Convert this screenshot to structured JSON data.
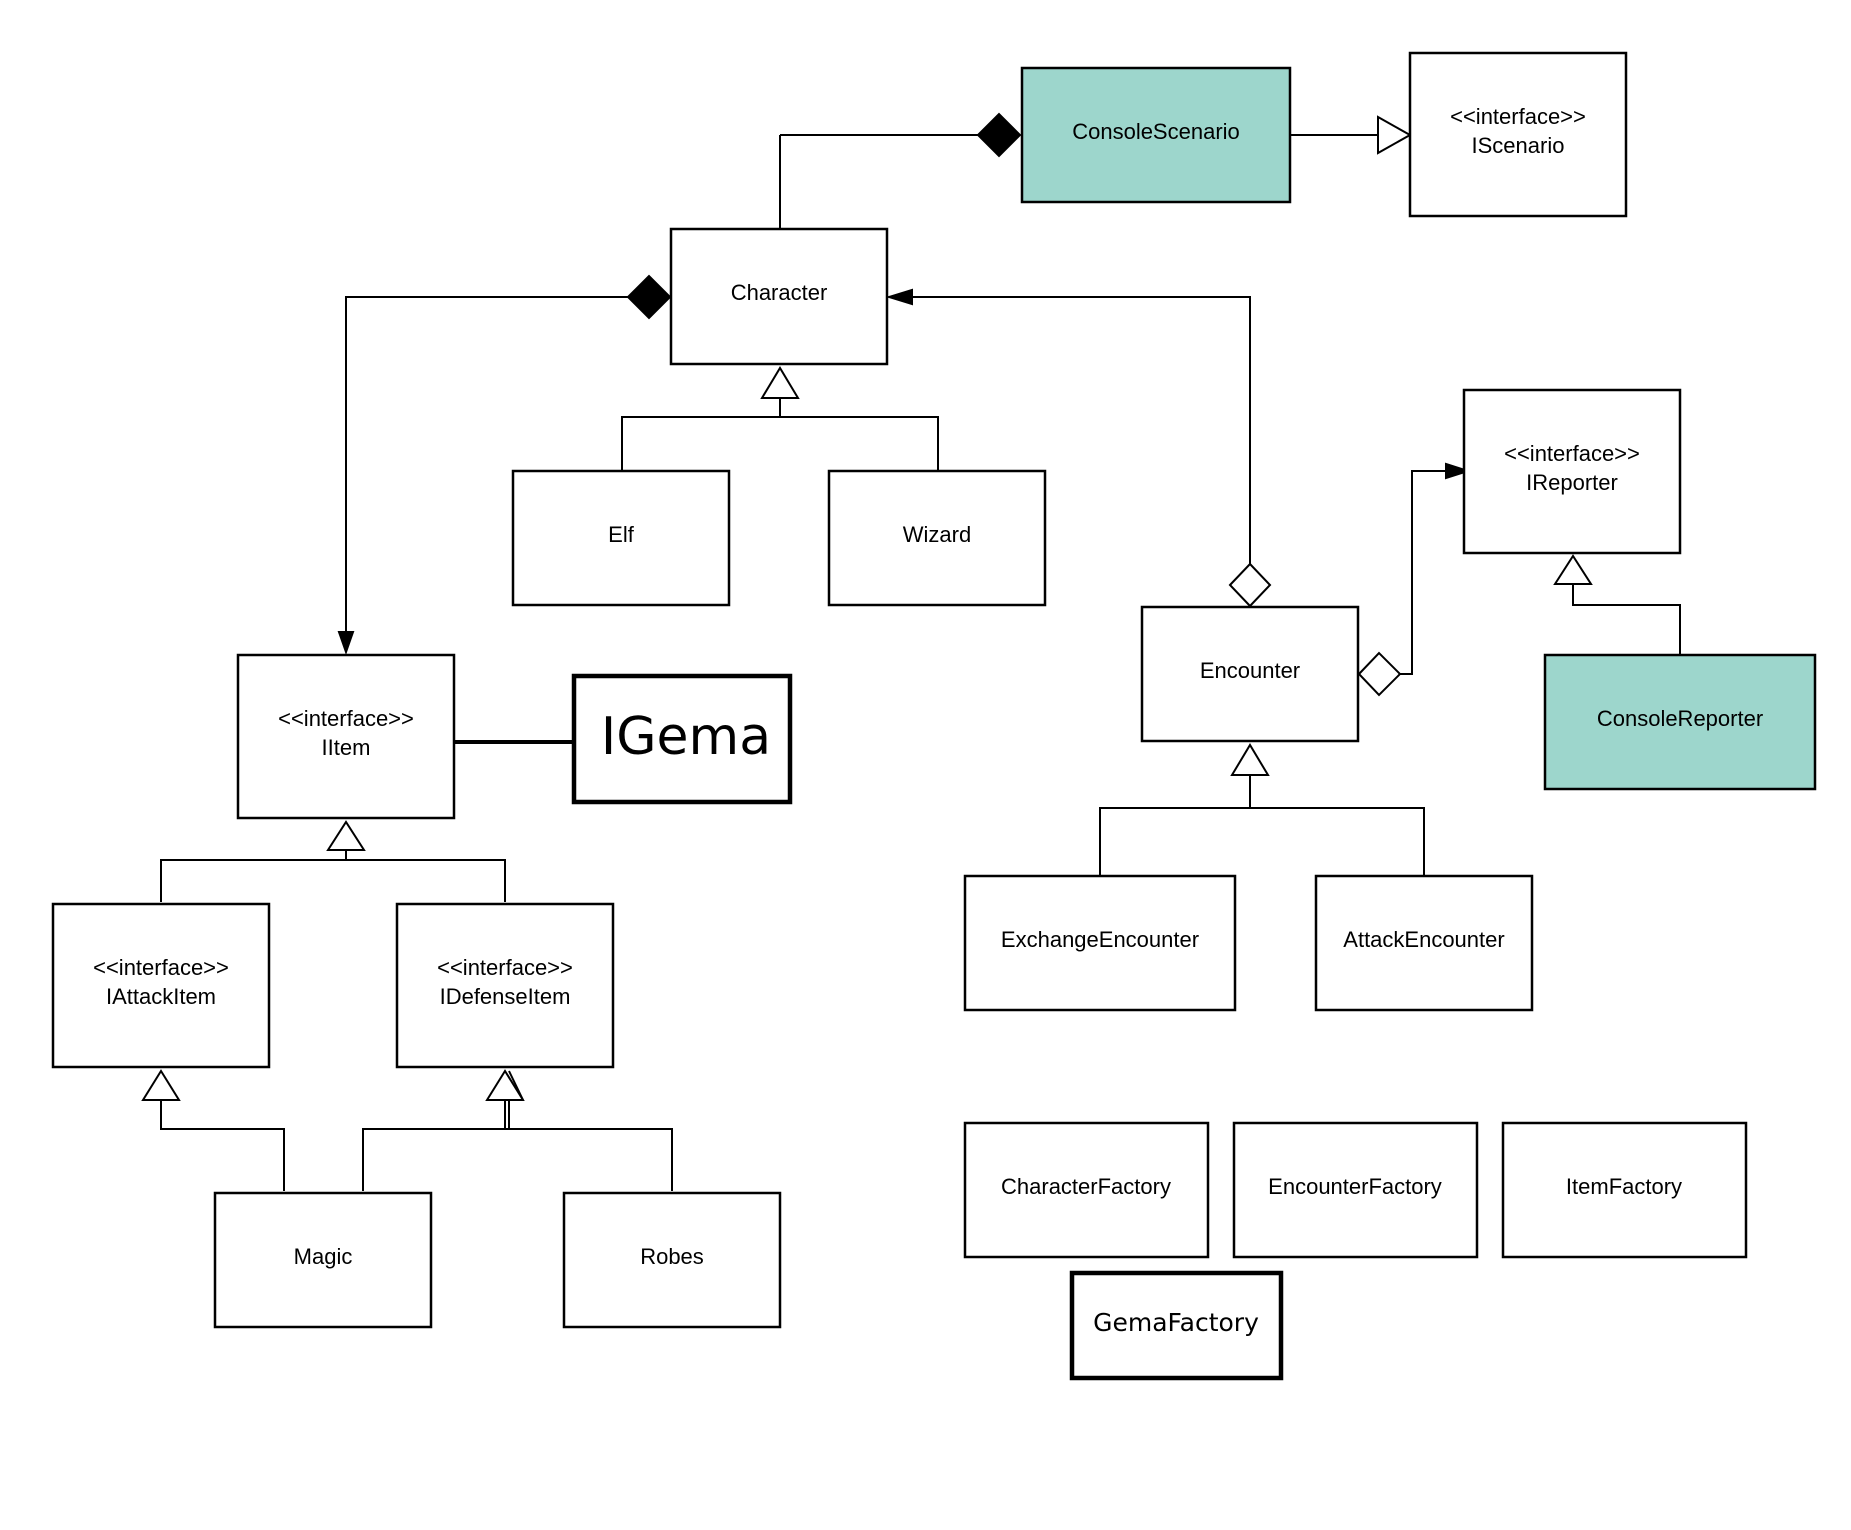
{
  "colors": {
    "highlight": "#9dd6cc",
    "stroke": "#000000",
    "background": "#ffffff"
  },
  "classes": {
    "console_scenario": {
      "lines": [
        "ConsoleScenario"
      ],
      "highlighted": true
    },
    "i_scenario": {
      "lines": [
        "<<interface>>",
        "IScenario"
      ]
    },
    "character": {
      "lines": [
        "Character"
      ]
    },
    "elf": {
      "lines": [
        "Elf"
      ]
    },
    "wizard": {
      "lines": [
        "Wizard"
      ]
    },
    "i_reporter": {
      "lines": [
        "<<interface>>",
        "IReporter"
      ]
    },
    "encounter": {
      "lines": [
        "Encounter"
      ]
    },
    "console_reporter": {
      "lines": [
        "ConsoleReporter"
      ],
      "highlighted": true
    },
    "i_item": {
      "lines": [
        "<<interface>>",
        "IItem"
      ]
    },
    "i_gema": {
      "lines": [
        "IGema"
      ]
    },
    "i_attack_item": {
      "lines": [
        "<<interface>>",
        "IAttackItem"
      ]
    },
    "i_defense_item": {
      "lines": [
        "<<interface>>",
        "IDefenseItem"
      ]
    },
    "magic": {
      "lines": [
        "Magic"
      ]
    },
    "robes": {
      "lines": [
        "Robes"
      ]
    },
    "exchange_encounter": {
      "lines": [
        "ExchangeEncounter"
      ]
    },
    "attack_encounter": {
      "lines": [
        "AttackEncounter"
      ]
    },
    "character_factory": {
      "lines": [
        "CharacterFactory"
      ]
    },
    "encounter_factory": {
      "lines": [
        "EncounterFactory"
      ]
    },
    "item_factory": {
      "lines": [
        "ItemFactory"
      ]
    },
    "gema_factory": {
      "lines": [
        "GemaFactory"
      ]
    }
  },
  "relationships": [
    {
      "kind": "composition",
      "whole": "console_scenario",
      "part": "character"
    },
    {
      "kind": "realization",
      "from": "console_scenario",
      "to": "i_scenario"
    },
    {
      "kind": "composition",
      "whole": "character",
      "part": "i_item",
      "navigable": true
    },
    {
      "kind": "aggregation",
      "whole": "encounter",
      "part": "character",
      "navigable": true
    },
    {
      "kind": "aggregation",
      "whole": "encounter",
      "part": "i_reporter",
      "navigable": true
    },
    {
      "kind": "generalization",
      "from": "elf",
      "to": "character"
    },
    {
      "kind": "generalization",
      "from": "wizard",
      "to": "character"
    },
    {
      "kind": "realization",
      "from": "console_reporter",
      "to": "i_reporter"
    },
    {
      "kind": "association",
      "from": "i_item",
      "to": "i_gema"
    },
    {
      "kind": "generalization",
      "from": "i_attack_item",
      "to": "i_item"
    },
    {
      "kind": "generalization",
      "from": "i_defense_item",
      "to": "i_item"
    },
    {
      "kind": "realization",
      "from": "magic",
      "to": "i_attack_item"
    },
    {
      "kind": "realization",
      "from": "magic",
      "to": "i_defense_item"
    },
    {
      "kind": "realization",
      "from": "robes",
      "to": "i_defense_item"
    },
    {
      "kind": "generalization",
      "from": "exchange_encounter",
      "to": "encounter"
    },
    {
      "kind": "generalization",
      "from": "attack_encounter",
      "to": "encounter"
    }
  ]
}
